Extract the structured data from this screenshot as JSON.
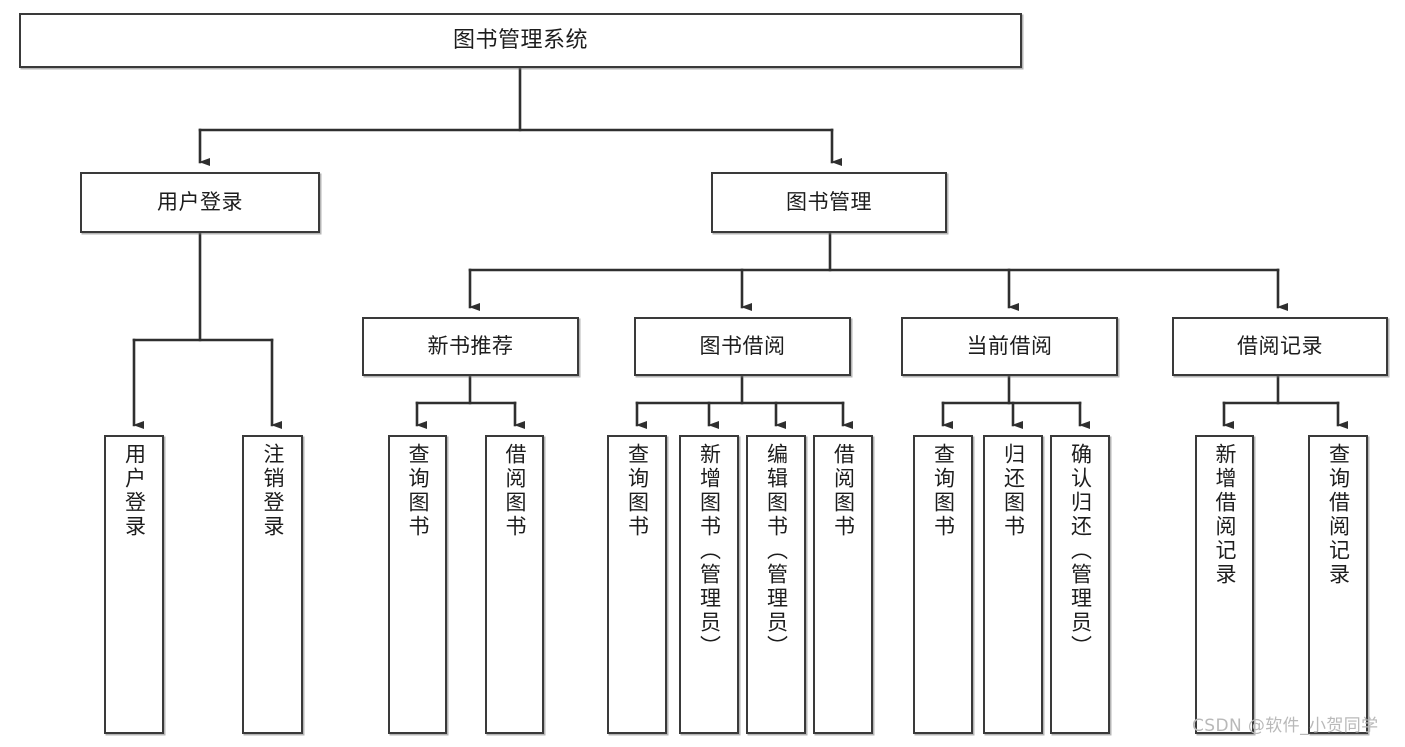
{
  "diagram": {
    "title": "图书管理系统",
    "type": "tree-hierarchy-chart",
    "colors": {
      "box_border": "#3a3a3a",
      "box_fill": "#ffffff",
      "connector": "#2f2f2f",
      "watermark": "#b9b9b9",
      "background": "#ffffff"
    },
    "watermark": "CSDN @软件_小贺同学",
    "nodes": {
      "root": {
        "label": "图书管理系统"
      },
      "level1": [
        {
          "id": "user-login",
          "label": "用户登录"
        },
        {
          "id": "book-management",
          "label": "图书管理"
        }
      ],
      "level2": [
        {
          "id": "new-book-recommend",
          "label": "新书推荐"
        },
        {
          "id": "book-borrow",
          "label": "图书借阅"
        },
        {
          "id": "current-borrow",
          "label": "当前借阅"
        },
        {
          "id": "borrow-record",
          "label": "借阅记录"
        }
      ],
      "leaves": {
        "user_login": [
          {
            "id": "leaf-user-login",
            "label": "用户登录"
          },
          {
            "id": "leaf-logout-login",
            "label": "注销登录"
          }
        ],
        "new_book_recommend": [
          {
            "id": "leaf-query-book-1",
            "label": "查询图书"
          },
          {
            "id": "leaf-borrow-book-1",
            "label": "借阅图书"
          }
        ],
        "book_borrow": [
          {
            "id": "leaf-query-book-2",
            "label": "查询图书"
          },
          {
            "id": "leaf-add-book",
            "label": "新增图书（管理员）"
          },
          {
            "id": "leaf-edit-book",
            "label": "编辑图书（管理员）"
          },
          {
            "id": "leaf-borrow-book-2",
            "label": "借阅图书"
          }
        ],
        "current_borrow": [
          {
            "id": "leaf-query-book-3",
            "label": "查询图书"
          },
          {
            "id": "leaf-return-book",
            "label": "归还图书"
          },
          {
            "id": "leaf-confirm-return",
            "label": "确认归还（管理员）"
          }
        ],
        "borrow_record": [
          {
            "id": "leaf-add-record",
            "label": "新增借阅记录"
          },
          {
            "id": "leaf-query-record",
            "label": "查询借阅记录"
          }
        ]
      }
    }
  }
}
